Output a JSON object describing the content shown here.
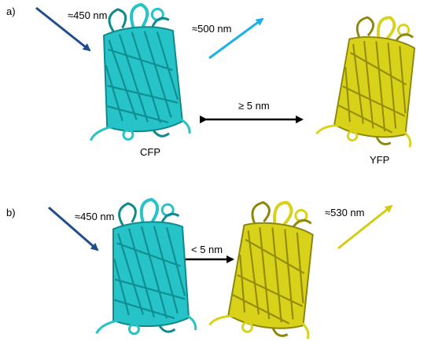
{
  "colors": {
    "cfp": "#26c3c8",
    "cfp_dark": "#0e8a8d",
    "yfp": "#d9d21b",
    "yfp_dark": "#8c8609",
    "excitation_arrow": "#1f4e8c",
    "cfp_emission_arrow": "#1fb0e8",
    "yfp_emission_arrow": "#d4cc10",
    "distance_arrow": "#000000"
  },
  "panel_a": {
    "label": "a)",
    "excitation": "≈450 nm",
    "emission": "≈500 nm",
    "distance": "≥ 5 nm",
    "donor_label": "CFP",
    "acceptor_label": "YFP"
  },
  "panel_b": {
    "label": "b)",
    "excitation": "≈450 nm",
    "emission": "≈530 nm",
    "distance": "< 5 nm"
  },
  "icons": [
    "cfp-protein-icon",
    "yfp-protein-icon"
  ]
}
